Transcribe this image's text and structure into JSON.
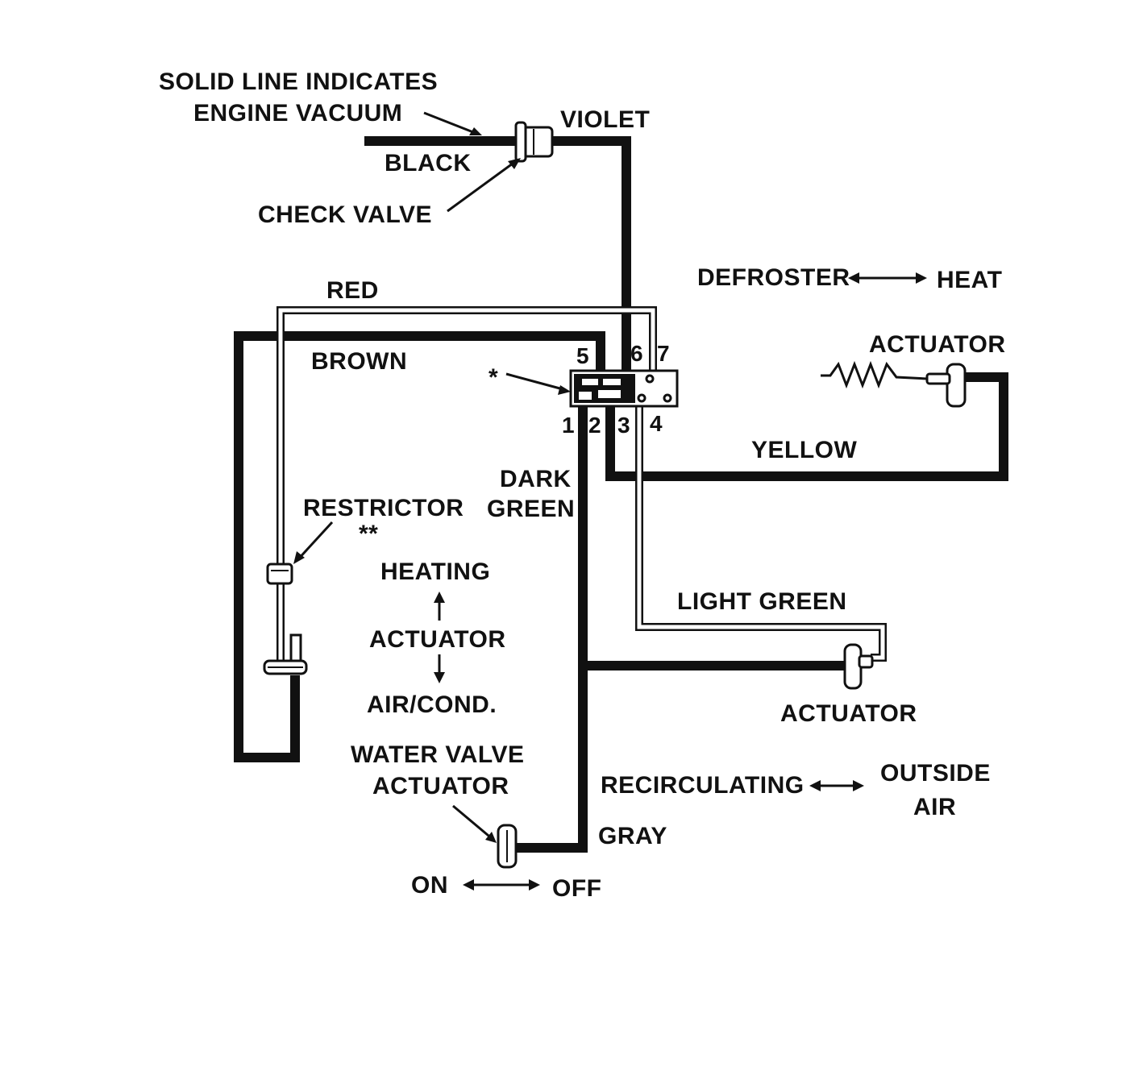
{
  "labels": {
    "legend_line1": "SOLID LINE INDICATES",
    "legend_line2": "ENGINE VACUUM",
    "black": "BLACK",
    "check_valve": "CHECK VALVE",
    "violet": "VIOLET",
    "defroster": "DEFROSTER",
    "heat": "HEAT",
    "red": "RED",
    "brown": "BROWN",
    "asterisk": "*",
    "actuator_defrost": "ACTUATOR",
    "yellow": "YELLOW",
    "dark": "DARK",
    "green": "GREEN",
    "restrictor": "RESTRICTOR",
    "double_asterisk": "**",
    "heating": "HEATING",
    "actuator_center": "ACTUATOR",
    "air_cond": "AIR/COND.",
    "light_green": "LIGHT GREEN",
    "actuator_recirc": "ACTUATOR",
    "water_valve": "WATER VALVE",
    "water_valve_actuator": "ACTUATOR",
    "recirculating": "RECIRCULATING",
    "outside": "OUTSIDE",
    "air": "AIR",
    "gray": "GRAY",
    "on": "ON",
    "off": "OFF"
  },
  "ports": {
    "p1": "1",
    "p2": "2",
    "p3": "3",
    "p4": "4",
    "p5": "5",
    "p6": "6",
    "p7": "7"
  },
  "colors": {
    "ink": "#111111",
    "paper": "#ffffff"
  }
}
